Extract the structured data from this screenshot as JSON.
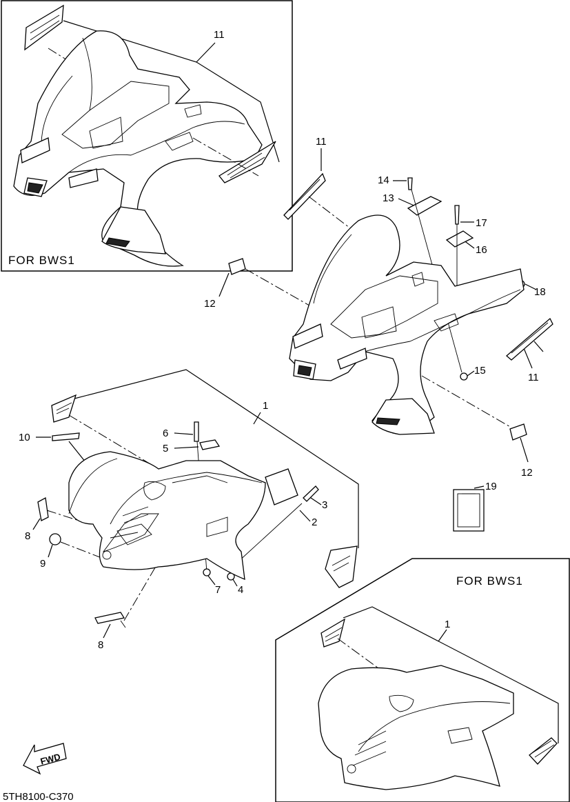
{
  "insets": [
    {
      "caption": "FOR  BWS1"
    },
    {
      "caption": "FOR  BWS1"
    }
  ],
  "callouts": {
    "c1a": "1",
    "c1b": "1",
    "c2": "2",
    "c3": "3",
    "c4": "4",
    "c5": "5",
    "c6": "6",
    "c7": "7",
    "c8a": "8",
    "c8b": "8",
    "c9": "9",
    "c10": "10",
    "c11a": "11",
    "c11b": "11",
    "c11c": "11",
    "c12a": "12",
    "c12b": "12",
    "c13": "13",
    "c14": "14",
    "c15": "15",
    "c16": "16",
    "c17": "17",
    "c18": "18",
    "c19": "19"
  },
  "fwd_label": "FWD",
  "drawing_code": "5TH8100-C370",
  "colors": {
    "line": "#000000",
    "background": "#ffffff"
  }
}
